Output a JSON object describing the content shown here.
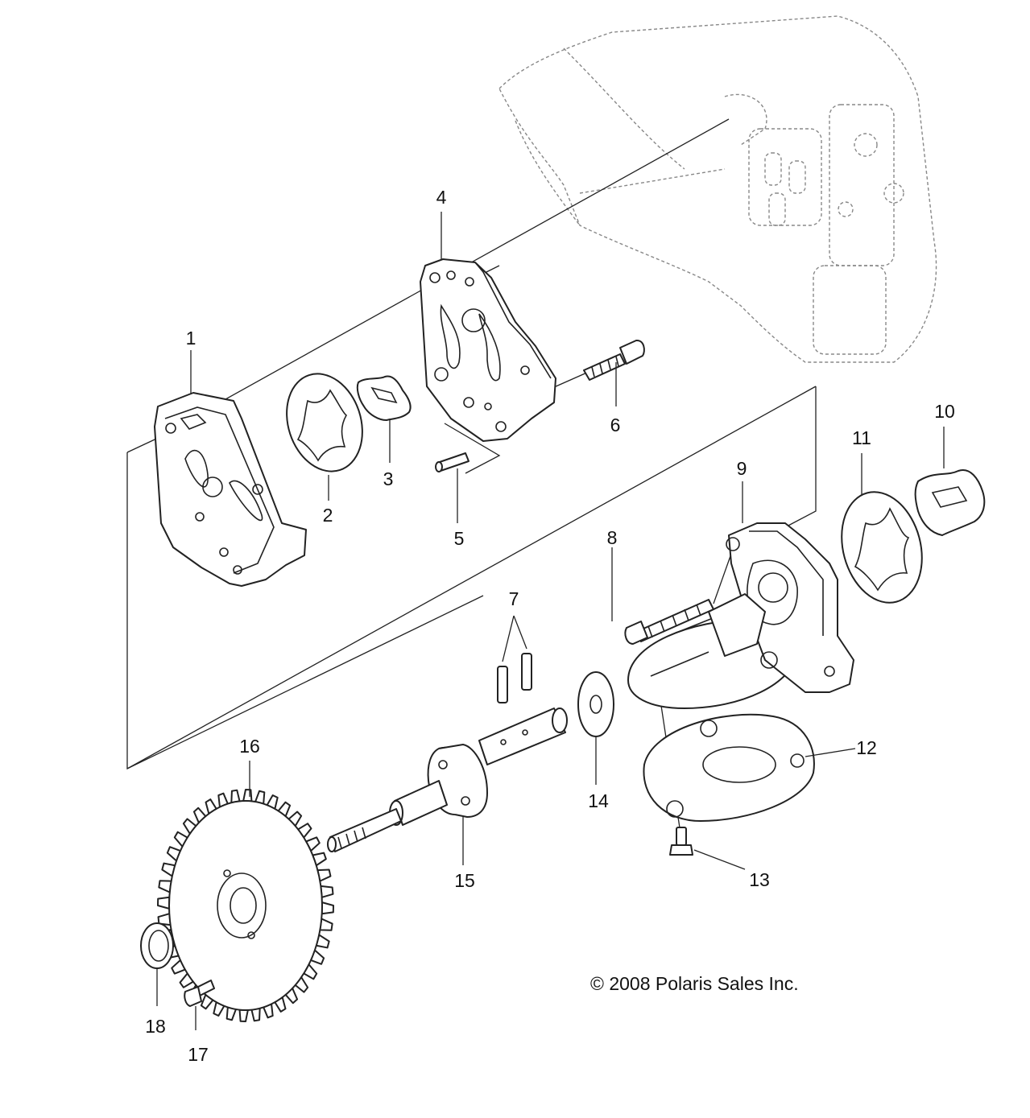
{
  "callouts": [
    {
      "id": "1",
      "label": "1"
    },
    {
      "id": "2",
      "label": "2"
    },
    {
      "id": "3",
      "label": "3"
    },
    {
      "id": "4",
      "label": "4"
    },
    {
      "id": "5",
      "label": "5"
    },
    {
      "id": "6",
      "label": "6"
    },
    {
      "id": "7",
      "label": "7"
    },
    {
      "id": "8",
      "label": "8"
    },
    {
      "id": "9",
      "label": "9"
    },
    {
      "id": "10",
      "label": "10"
    },
    {
      "id": "11",
      "label": "11"
    },
    {
      "id": "12",
      "label": "12"
    },
    {
      "id": "13",
      "label": "13"
    },
    {
      "id": "14",
      "label": "14"
    },
    {
      "id": "15",
      "label": "15"
    },
    {
      "id": "16",
      "label": "16"
    },
    {
      "id": "17",
      "label": "17"
    },
    {
      "id": "18",
      "label": "18"
    }
  ],
  "copyright": "© 2008 Polaris Sales Inc."
}
